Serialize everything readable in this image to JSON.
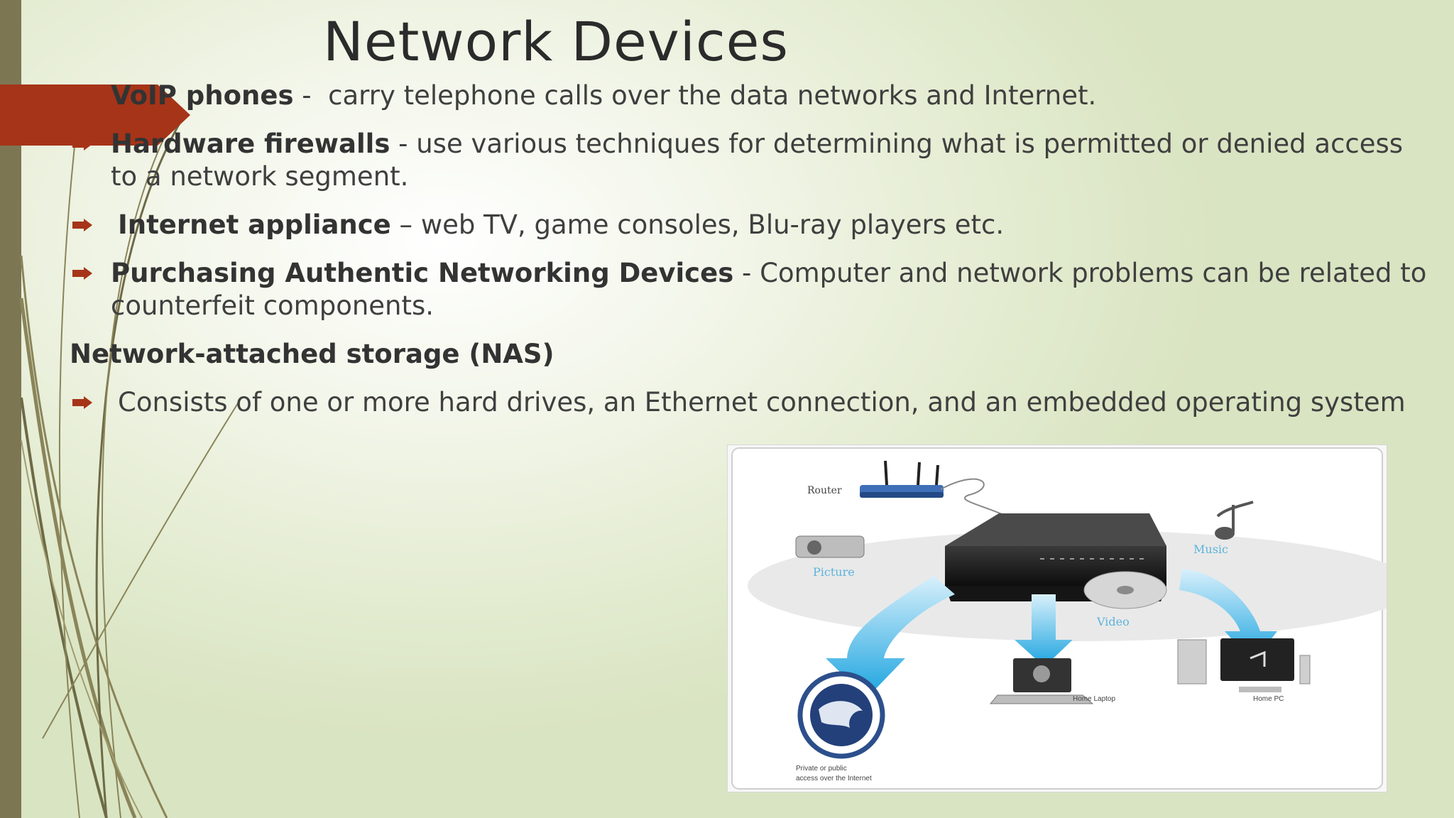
{
  "slide": {
    "title": "Network Devices",
    "items": [
      {
        "term": "VoIP phones",
        "sep": " -  ",
        "desc": "carry telephone calls over the data networks and Internet.",
        "bullet": false
      },
      {
        "term": "Hardware firewalls",
        "sep": " - ",
        "desc": "use various techniques for determining what is permitted or denied access to a network segment.",
        "bullet": true
      },
      {
        "term": "Internet appliance",
        "sep": " – ",
        "desc": "web TV, game consoles, Blu-ray players etc.",
        "bullet": true
      },
      {
        "term": "Purchasing Authentic Networking Devices",
        "sep": " - ",
        "desc": "Computer and network problems can be related to counterfeit components.",
        "bullet": true
      }
    ],
    "nas_heading": "Network-attached storage (NAS)",
    "nas_item": "Consists of one or more hard drives, an Ethernet connection, and an embedded operating system"
  },
  "figure": {
    "labels": {
      "router": "Router",
      "picture": "Picture",
      "music": "Music",
      "video": "Video",
      "home_laptop": "Home Laptop",
      "home_pc": "Home PC",
      "access_line1": "Private or public",
      "access_line2": "access over the Internet"
    }
  },
  "colors": {
    "accent_red": "#a63418",
    "left_bar": "#7d7653",
    "arrow_blue": "#27a9e1"
  }
}
